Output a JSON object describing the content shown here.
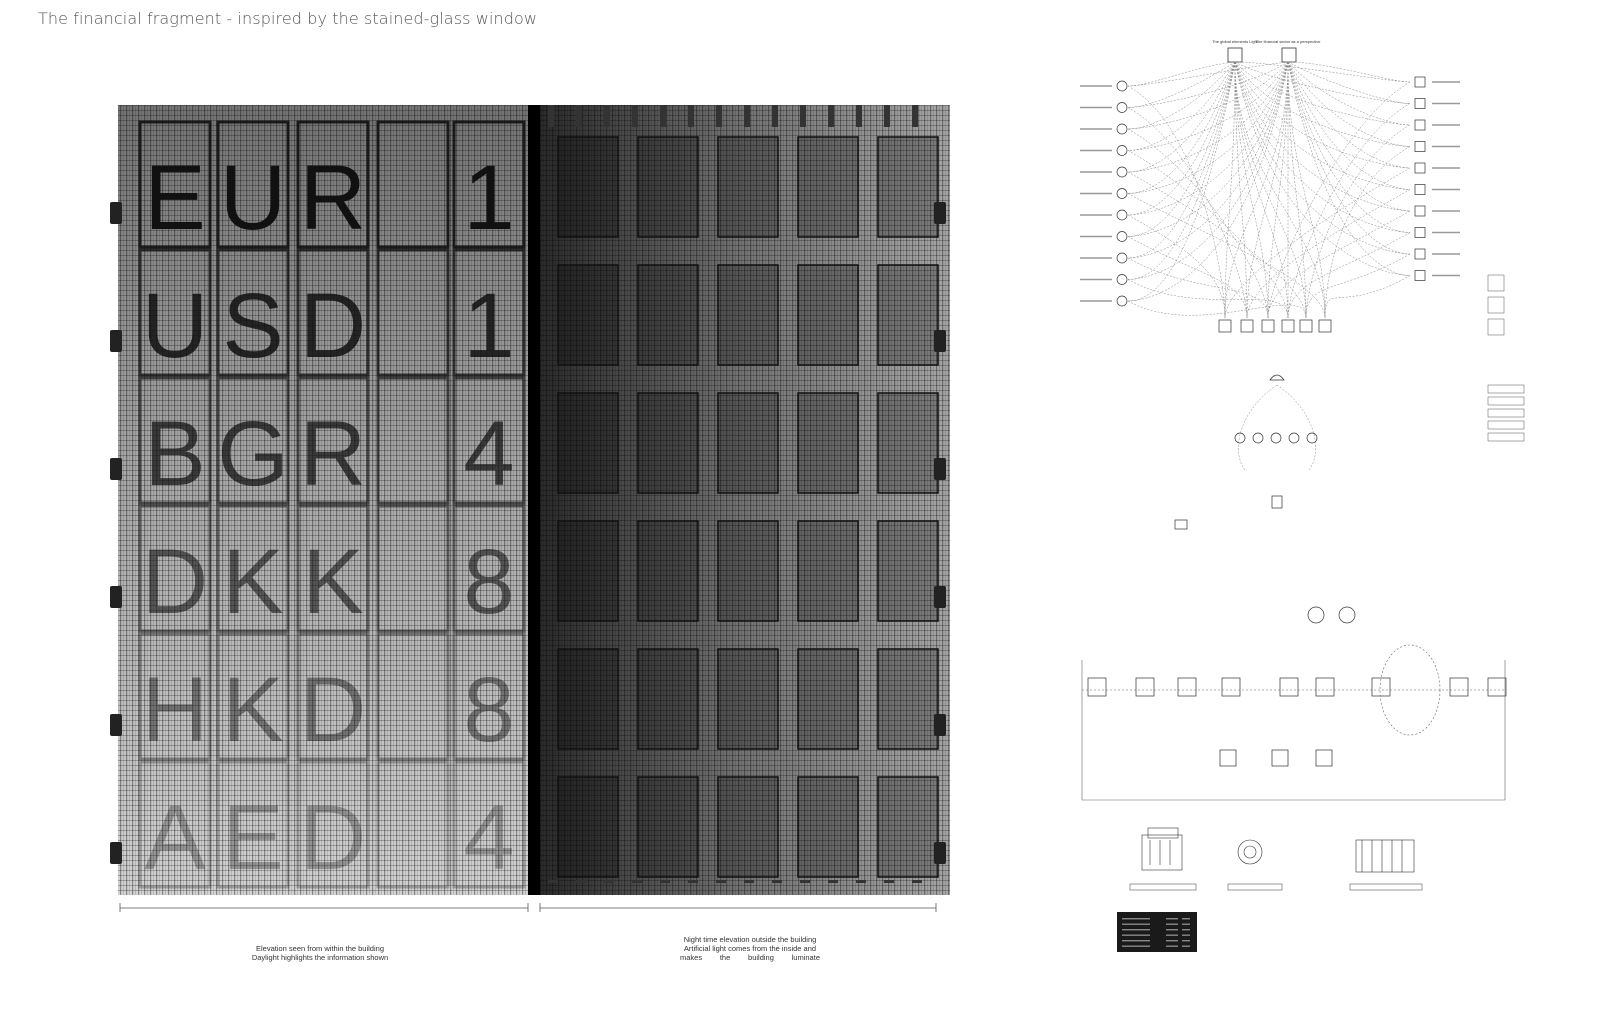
{
  "title": "The financial fragment - inspired by the stained-glass window",
  "board": {
    "rows": [
      {
        "code": "EUR",
        "value": "1"
      },
      {
        "code": "USD",
        "value": "1"
      },
      {
        "code": "BGR",
        "value": "4"
      },
      {
        "code": "DKK",
        "value": "8"
      },
      {
        "code": "HKD",
        "value": "8"
      },
      {
        "code": "AED",
        "value": "4"
      }
    ]
  },
  "captions": {
    "left": [
      "Elevation seen from within the building",
      "Daylight highlights the information shown"
    ],
    "right": [
      "Night time elevation outside the building",
      "Artificial light comes from the inside and",
      "makes the building luminate"
    ]
  },
  "diagram": {
    "top_labels": [
      "The global elements Light",
      "The financial sector as a perspective"
    ]
  },
  "colors": {
    "ink": "#111111",
    "glass_light": "#d4d4d4",
    "glass_mid": "#8a8a8a",
    "line": "#777777",
    "dark_panel": "#1a1a1a"
  }
}
